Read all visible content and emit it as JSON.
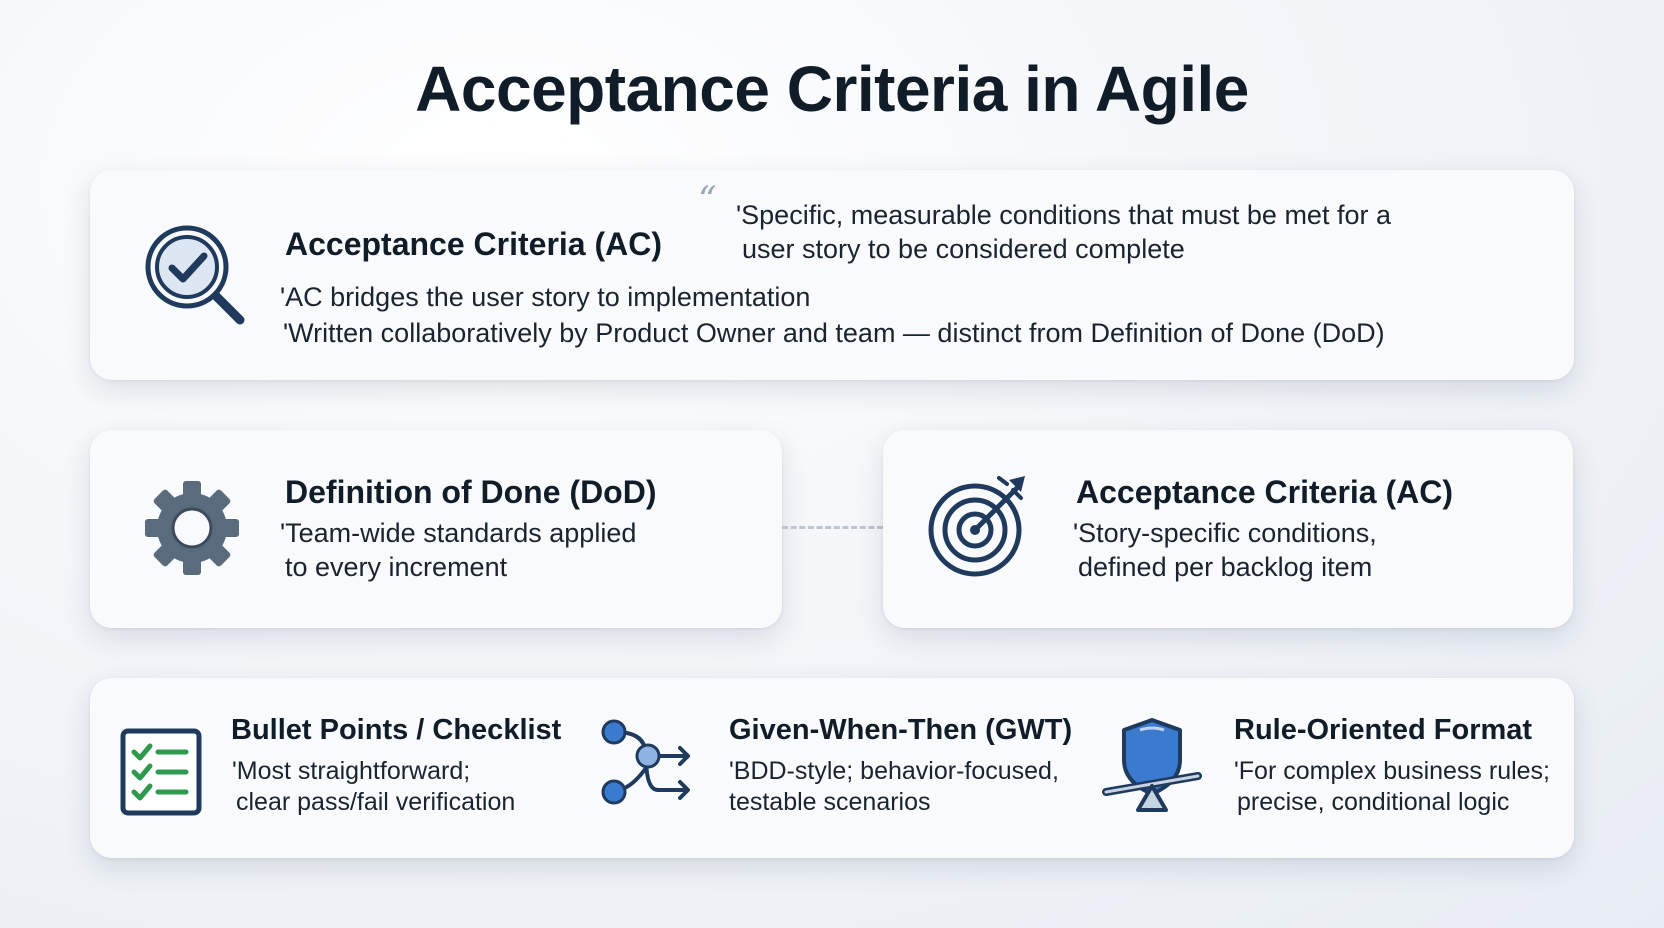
{
  "title": "Acceptance Criteria in Agile",
  "top_card": {
    "heading": "Acceptance Criteria (AC)",
    "quote_mark": "“",
    "quote_line1": "'Specific, measurable conditions that must be met for a",
    "quote_line2": "user story to be considered complete",
    "bullet1": "'AC bridges the user story to implementation",
    "bullet2": "'Written collaboratively by Product Owner and team — distinct from Definition of Done (DoD)",
    "icon": "magnifier-check-icon"
  },
  "dod_card": {
    "heading": "Definition of Done (DoD)",
    "line1": "'Team-wide standards applied",
    "line2": "to every increment",
    "icon": "gear-icon"
  },
  "ac_card": {
    "heading": "Acceptance Criteria (AC)",
    "line1": "'Story-specific conditions,",
    "line2": "defined per backlog item",
    "icon": "target-icon"
  },
  "formats": [
    {
      "heading": "Bullet Points / Checklist",
      "line1": "'Most straightforward;",
      "line2": "clear pass/fail verification",
      "icon": "checklist-icon"
    },
    {
      "heading": "Given-When-Then (GWT)",
      "line1": "'BDD-style; behavior-focused,",
      "line2": "testable scenarios",
      "icon": "flow-icon"
    },
    {
      "heading": "Rule-Oriented Format",
      "line1": "'For complex business rules;",
      "line2": "precise, conditional logic",
      "icon": "shield-scale-icon"
    }
  ],
  "colors": {
    "navy": "#1f3a5c",
    "blue": "#2f6db5",
    "light_blue": "#4a8fd6"
  }
}
